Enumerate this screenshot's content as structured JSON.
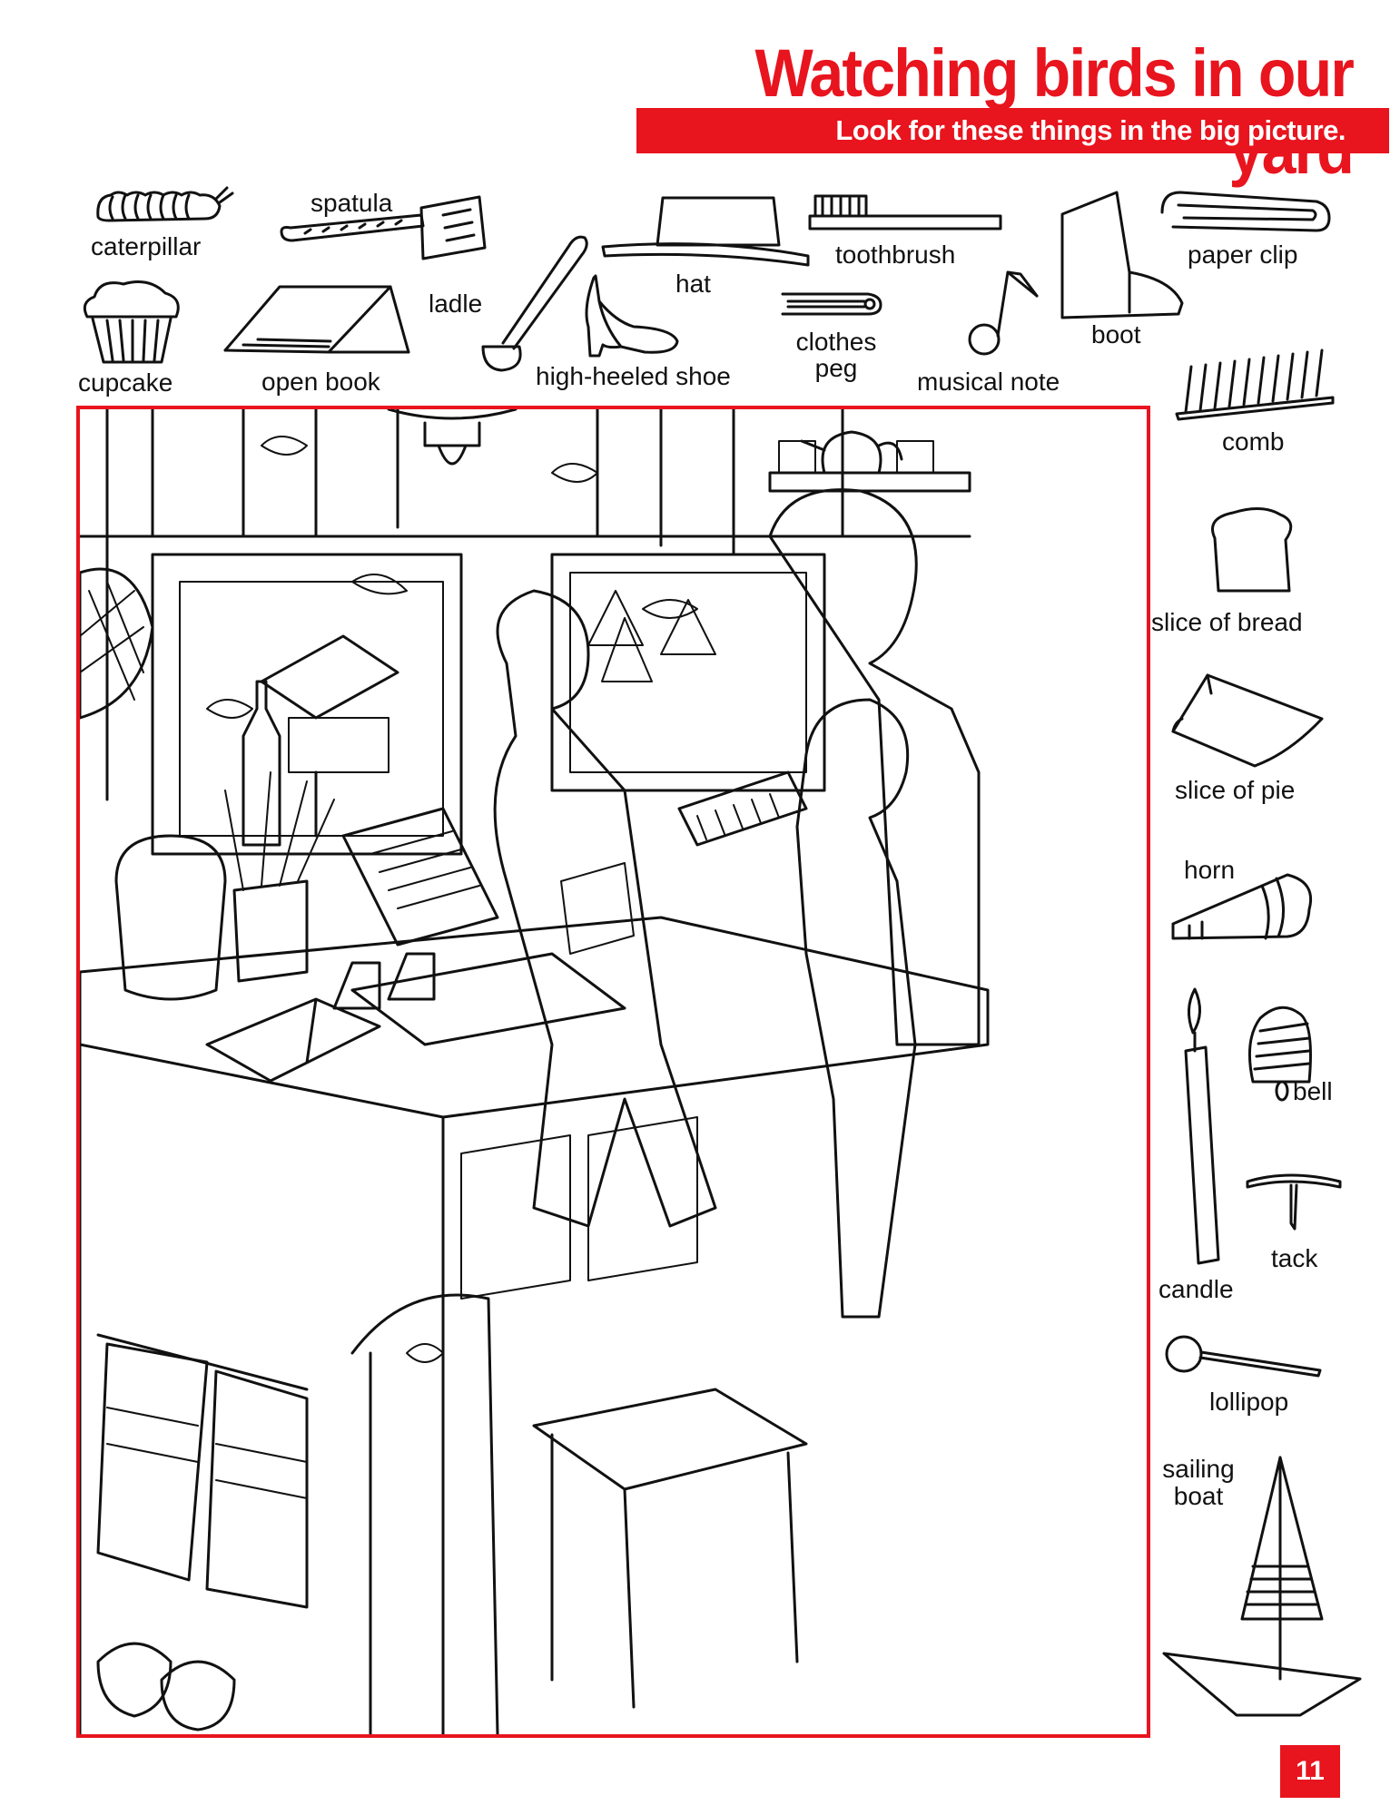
{
  "header": {
    "title": "Watching birds in our yard",
    "subtitle": "Look for these things in the big picture."
  },
  "items": {
    "caterpillar": "caterpillar",
    "spatula": "spatula",
    "hat": "hat",
    "toothbrush": "toothbrush",
    "paper_clip": "paper clip",
    "cupcake": "cupcake",
    "open_book": "open book",
    "ladle": "ladle",
    "high_heeled_shoe": "high-heeled shoe",
    "clothes_peg": "clothes peg",
    "musical_note": "musical note",
    "boot": "boot",
    "comb": "comb",
    "slice_of_bread": "slice of bread",
    "slice_of_pie": "slice of pie",
    "horn": "horn",
    "bell": "bell",
    "candle": "candle",
    "tack": "tack",
    "lollipop": "lollipop",
    "sailing_boat": "sailing boat"
  },
  "page_number": "11",
  "colors": {
    "accent": "#e8141e",
    "ink": "#111111",
    "paper": "#ffffff"
  },
  "icons": [
    "caterpillar-icon",
    "spatula-icon",
    "hat-icon",
    "toothbrush-icon",
    "paper-clip-icon",
    "cupcake-icon",
    "open-book-icon",
    "ladle-icon",
    "high-heeled-shoe-icon",
    "clothes-peg-icon",
    "musical-note-icon",
    "boot-icon",
    "comb-icon",
    "slice-of-bread-icon",
    "slice-of-pie-icon",
    "horn-icon",
    "bell-icon",
    "candle-icon",
    "tack-icon",
    "lollipop-icon",
    "sailing-boat-icon"
  ]
}
